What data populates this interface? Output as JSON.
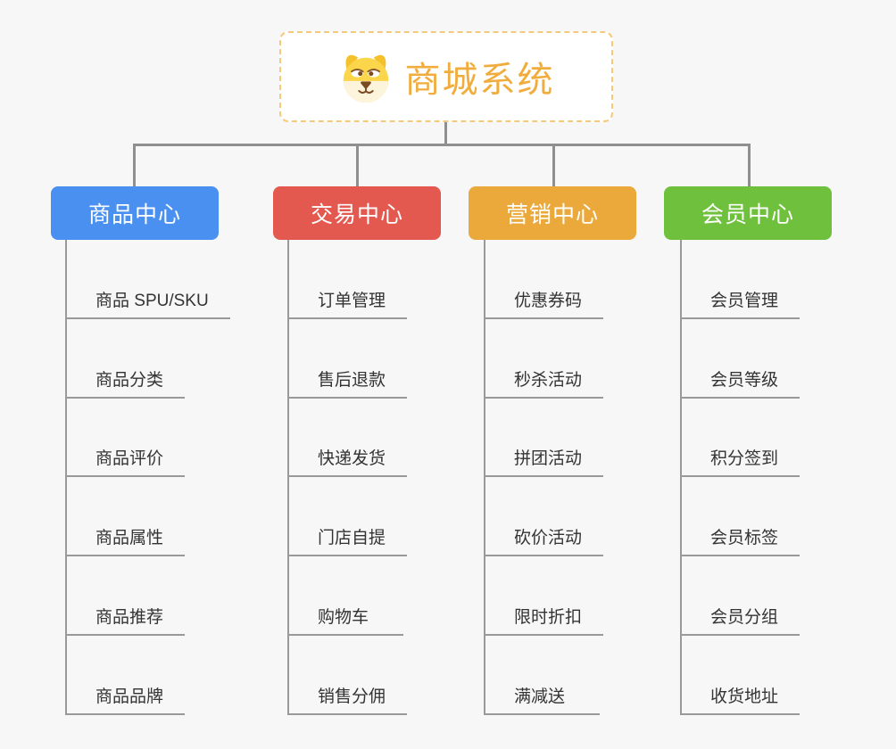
{
  "root": {
    "label": "商城系统",
    "icon": "dog-face-icon",
    "title_color": "#f0ad3e",
    "border_color": "#f5c97b"
  },
  "theme": {
    "background": "#f7f7f7",
    "connector_color": "#8f8f8f",
    "leaf_line_color": "#999999",
    "leaf_text_color": "#333333",
    "branch_text_color": "#ffffff"
  },
  "branches": [
    {
      "label": "商品中心",
      "color": "#4a90f0",
      "items": [
        "商品 SPU/SKU",
        "商品分类",
        "商品评价",
        "商品属性",
        "商品推荐",
        "商品品牌"
      ]
    },
    {
      "label": "交易中心",
      "color": "#e3594f",
      "items": [
        "订单管理",
        "售后退款",
        "快递发货",
        "门店自提",
        "购物车",
        "销售分佣"
      ]
    },
    {
      "label": "营销中心",
      "color": "#eba93b",
      "items": [
        "优惠券码",
        "秒杀活动",
        "拼团活动",
        "砍价活动",
        "限时折扣",
        "满减送"
      ]
    },
    {
      "label": "会员中心",
      "color": "#6fc13d",
      "items": [
        "会员管理",
        "会员等级",
        "积分签到",
        "会员标签",
        "会员分组",
        "收货地址"
      ]
    }
  ]
}
